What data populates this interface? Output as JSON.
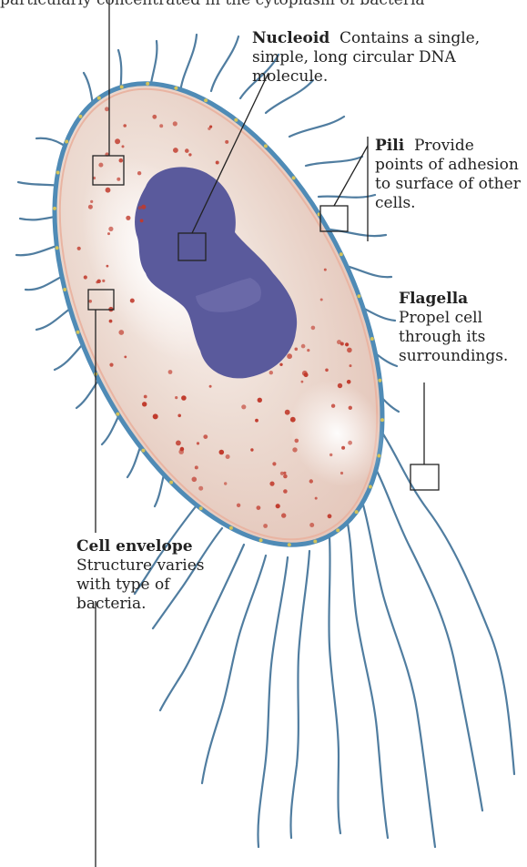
{
  "top_caption": "particularly concentrated in the cytoplasm of bacteria",
  "labels": {
    "nucleoid": {
      "title": "Nucleoid",
      "text": "Contains a single, simple, long circular DNA molecule."
    },
    "pili": {
      "title": "Pili",
      "text": "Provide points of adhesion to surface of other cells."
    },
    "flagella": {
      "title": "Flagella",
      "text": "Propel cell through its surroundings."
    },
    "cell_envelope": {
      "title": "Cell envelope",
      "text": "Structure varies with type of bacteria."
    }
  },
  "colors": {
    "cytoplasm": "#f1ded4",
    "envelope": "#4f8bb6",
    "nucleoid": "#5a5a9c",
    "ribosome": "#c0392b",
    "flagellum": "#3d6f96"
  }
}
